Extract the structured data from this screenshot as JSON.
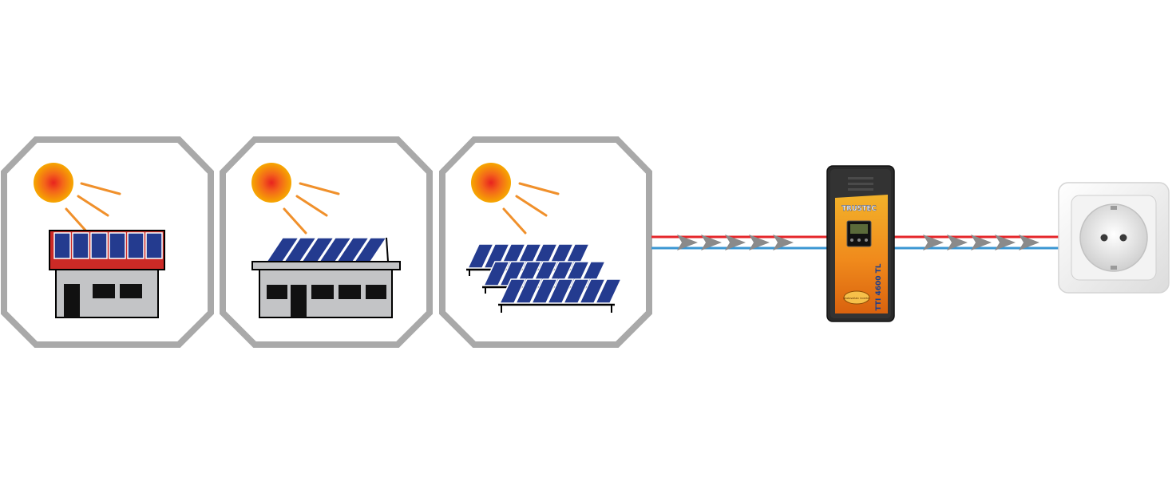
{
  "diagram": {
    "installations": [
      {
        "id": "roof-integrated",
        "kind": "building-roof-integrated"
      },
      {
        "id": "roof-mounted",
        "kind": "building-roof-mounted"
      },
      {
        "id": "ground-mounted",
        "kind": "ground-array"
      }
    ],
    "inverter": {
      "brand": "TRUSTEC",
      "model": "TTI 4600 TL",
      "sticker": "photovoltaic inverter"
    },
    "outlet": {
      "icon": "power-outlet-icon"
    },
    "colors": {
      "frame": "#a9a9a9",
      "sun_outer": "#f6a800",
      "sun_inner": "#e8231f",
      "ray": "#f0902b",
      "panel": "#243b8f",
      "roof_red": "#cc2a26",
      "wall": "#c3c4c6",
      "wire_red": "#e5262a",
      "wire_blue": "#3b97d3",
      "arrow": "#8a8a8a",
      "inverter_body": "#2a2a2a",
      "inverter_front": "#f08a1c"
    }
  }
}
